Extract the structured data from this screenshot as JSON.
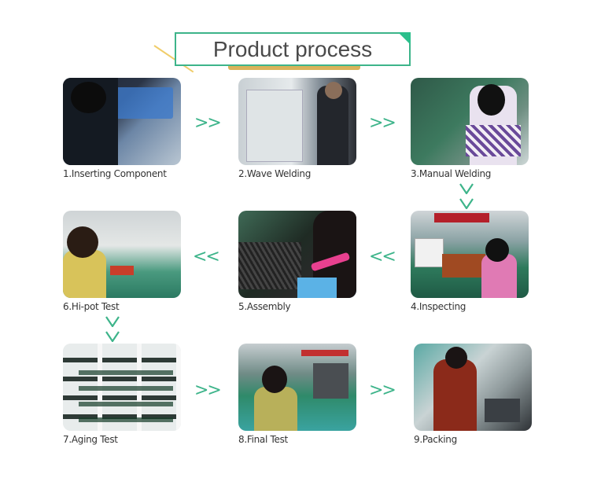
{
  "header": {
    "title": "Product process",
    "accent_color": "#3db48a",
    "underline_color": "#d9b35a"
  },
  "steps": [
    {
      "label": "1.Inserting Component",
      "image": "worker-inserting-components-photo"
    },
    {
      "label": "2.Wave Welding",
      "image": "wave-welding-machine-photo"
    },
    {
      "label": "3.Manual Welding",
      "image": "manual-welding-photo"
    },
    {
      "label": "4.Inspecting",
      "image": "inspecting-photo"
    },
    {
      "label": "5.Assembly",
      "image": "assembly-photo"
    },
    {
      "label": "6.Hi-pot Test",
      "image": "hi-pot-test-photo"
    },
    {
      "label": "7.Aging Test",
      "image": "aging-test-racks-photo"
    },
    {
      "label": "8.Final Test",
      "image": "final-test-photo"
    },
    {
      "label": "9.Packing",
      "image": "packing-photo"
    }
  ],
  "arrows": {
    "right": ">>",
    "left": "<<"
  }
}
